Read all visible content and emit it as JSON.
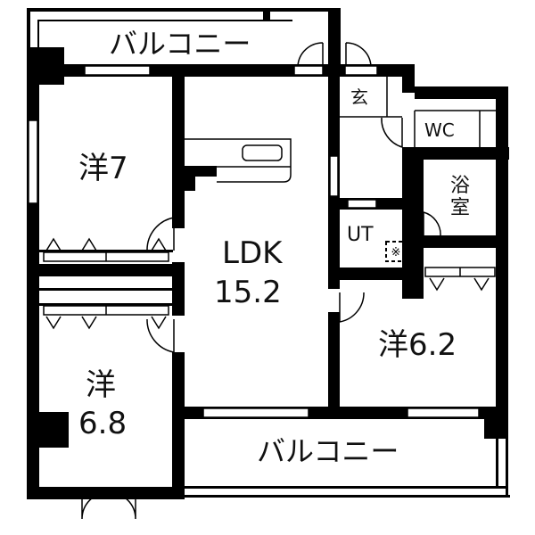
{
  "floor_plan": {
    "colors": {
      "wall": "#000000",
      "background": "#ffffff",
      "text": "#111111"
    },
    "rooms": {
      "balcony_top": {
        "label": "バルコニー"
      },
      "balcony_bottom": {
        "label": "バルコニー"
      },
      "western_room_7": {
        "label": "洋7"
      },
      "western_room_6_8": {
        "label_line1": "洋",
        "label_line2": "6.8"
      },
      "western_room_6_2": {
        "label": "洋6.2"
      },
      "ldk": {
        "label_line1": "LDK",
        "label_line2": "15.2"
      },
      "entrance": {
        "label": "玄"
      },
      "wc": {
        "label": "WC"
      },
      "bath": {
        "label": "浴室"
      },
      "utility": {
        "label": "UT"
      }
    },
    "symbols": {
      "washer_space": "washing-machine-pan-icon",
      "kitchen": "kitchen-counter-icon",
      "door": "door-swing-icon",
      "closet": "closet-icon"
    }
  }
}
